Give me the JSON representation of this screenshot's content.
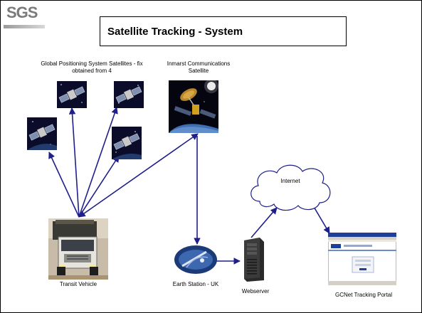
{
  "header": {
    "logo_text": "SGS",
    "title": "Satellite Tracking - System"
  },
  "labels": {
    "gps": "Global Positioning System  Satellites - fix obtained from 4",
    "inmarsat": "Inmarst Communications Satellite",
    "internet": "Internet",
    "vehicle": "Transit Vehicle",
    "earth_station": "Earth Station - UK",
    "webserver": "Webserver",
    "portal": "GCNet Tracking Portal"
  },
  "icons": {
    "gps_satellites": [
      "satellite-icon",
      "satellite-icon",
      "satellite-icon",
      "satellite-icon"
    ],
    "inmarsat": "satellite-dish-icon",
    "vehicle": "truck-photo",
    "earth_station": "ground-station-icon",
    "webserver": "server-tower-icon",
    "portal": "web-page-screenshot",
    "internet": "cloud-icon"
  },
  "colors": {
    "arrow": "#1f1f8a",
    "logo": "#7a7a7a",
    "space": "#0b0b2a"
  }
}
